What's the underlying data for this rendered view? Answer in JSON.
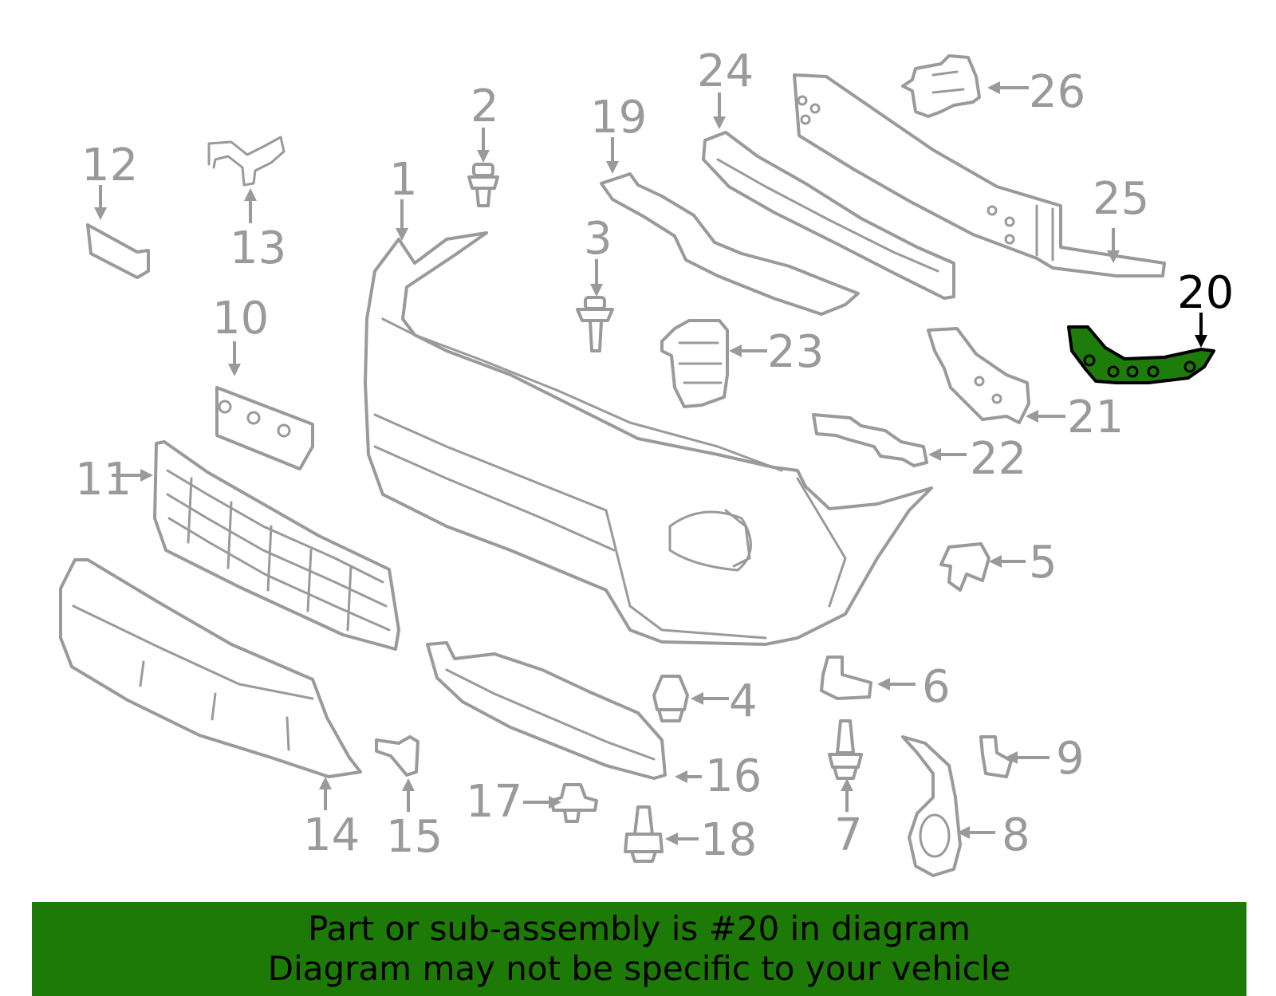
{
  "callouts": {
    "c1": "1",
    "c2": "2",
    "c3": "3",
    "c4": "4",
    "c5": "5",
    "c6": "6",
    "c7": "7",
    "c8": "8",
    "c9": "9",
    "c10": "10",
    "c11": "11",
    "c12": "12",
    "c13": "13",
    "c14": "14",
    "c15": "15",
    "c16": "16",
    "c17": "17",
    "c18": "18",
    "c19": "19",
    "c20": "20",
    "c21": "21",
    "c22": "22",
    "c23": "23",
    "c24": "24",
    "c25": "25",
    "c26": "26"
  },
  "highlighted_part": "20",
  "colors": {
    "part_stroke": "#9a9a9a",
    "highlight_fill": "#1e7d0a",
    "banner_background": "#1e7a06",
    "banner_text": "#000000"
  },
  "banner": {
    "line1": "Part or sub-assembly is #20 in diagram",
    "line2": "Diagram may not be specific to your vehicle"
  }
}
